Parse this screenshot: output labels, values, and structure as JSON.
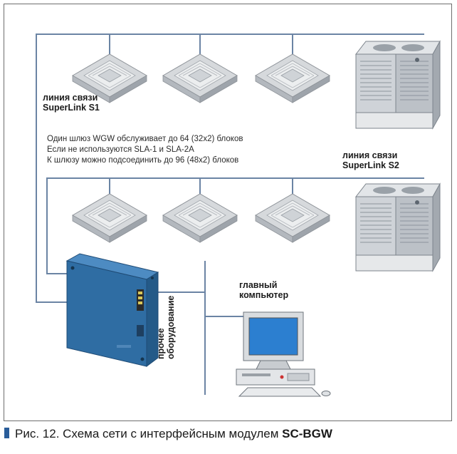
{
  "labels": {
    "superlink_s1": [
      "линия связи",
      "SuperLink S1"
    ],
    "superlink_s2": [
      "линия связи",
      "SuperLink S2"
    ],
    "main_computer": [
      "главный",
      "компьютер"
    ],
    "other_equipment": [
      "прочее",
      "оборудование"
    ]
  },
  "note_lines": [
    "Один шлюз WGW обслуживает до 64 (32x2) блоков",
    "Если не используются SLA-1 и SLA-2A",
    "К шлюзу можно подсоединить до 96 (48x2) блоков"
  ],
  "caption": {
    "text": "Рис. 12. Схема сети с интерфейсным модулем ",
    "bold": "SC-BGW"
  },
  "colors": {
    "network_line": "#6b84a4",
    "gateway_blue": "#2f6da3",
    "caption_marker": "#2a5d9a"
  },
  "icons": [
    "cassette-unit",
    "outdoor-unit",
    "gateway-module",
    "desktop-computer"
  ]
}
